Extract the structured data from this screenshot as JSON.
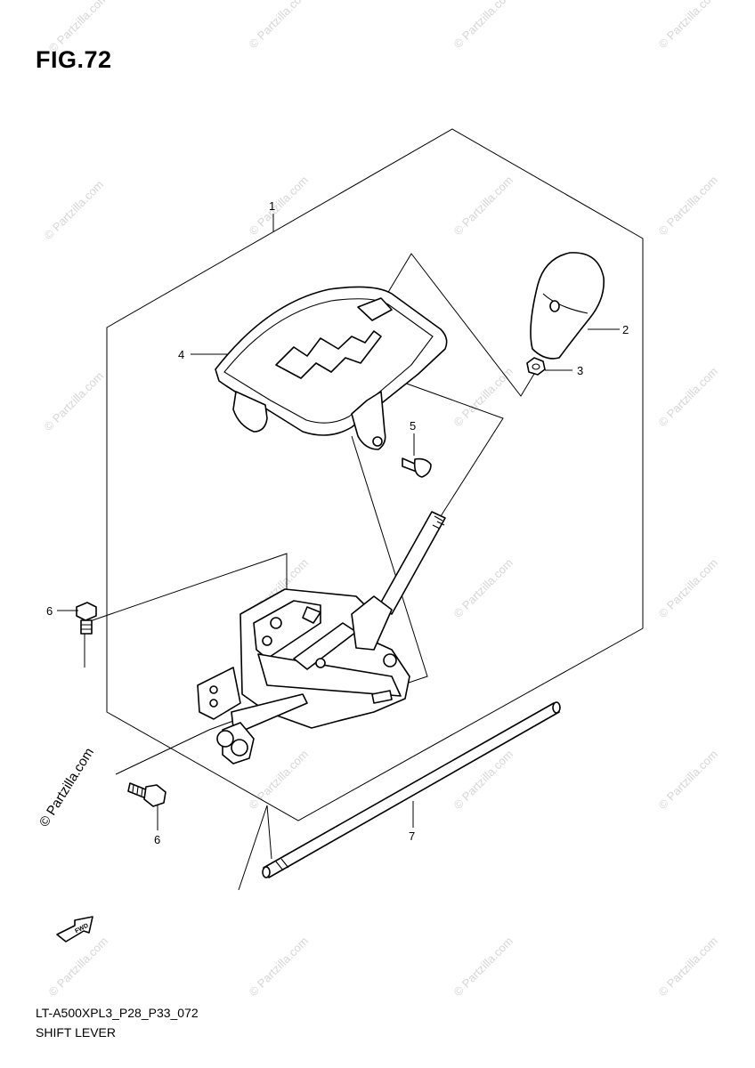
{
  "figure": {
    "title": "FIG.72"
  },
  "footer": {
    "code": "LT-A500XPL3_P28_P33_072",
    "name": "SHIFT LEVER"
  },
  "watermark": {
    "text": "© Partzilla.com",
    "prominent": "© Partzilla.com"
  },
  "fwd_label": "FWD",
  "callouts": [
    {
      "id": "1",
      "label": "1"
    },
    {
      "id": "2",
      "label": "2"
    },
    {
      "id": "3",
      "label": "3"
    },
    {
      "id": "4",
      "label": "4"
    },
    {
      "id": "5",
      "label": "5"
    },
    {
      "id": "6a",
      "label": "6"
    },
    {
      "id": "6b",
      "label": "6"
    },
    {
      "id": "7",
      "label": "7"
    }
  ]
}
